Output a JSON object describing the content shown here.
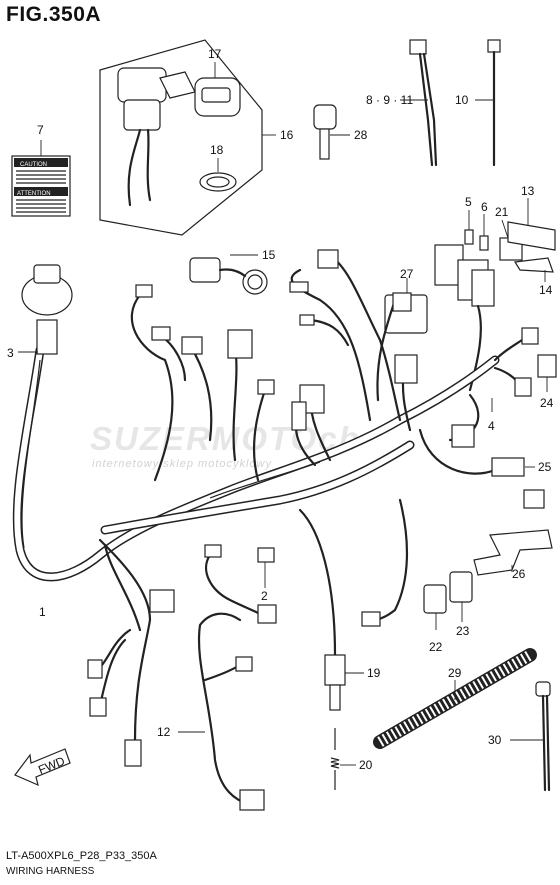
{
  "figure": {
    "title": "FIG.350A",
    "code": "LT-A500XPL6_P28_P33_350A",
    "subtitle": "WIRING HARNESS"
  },
  "watermark": {
    "brand": "SUZERMOTOcb",
    "tagline": "internetowy sklep motocyklowy"
  },
  "decals": {
    "caution": "CAUTION",
    "attention": "ATTENTION"
  },
  "direction_badge": "FWD",
  "callouts": [
    {
      "id": "1",
      "text": "1"
    },
    {
      "id": "2",
      "text": "2"
    },
    {
      "id": "3",
      "text": "3"
    },
    {
      "id": "4",
      "text": "4"
    },
    {
      "id": "5",
      "text": "5"
    },
    {
      "id": "6",
      "text": "6"
    },
    {
      "id": "7",
      "text": "7"
    },
    {
      "id": "8-9-11",
      "text": "8 · 9 · 11"
    },
    {
      "id": "10",
      "text": "10"
    },
    {
      "id": "12",
      "text": "12"
    },
    {
      "id": "13",
      "text": "13"
    },
    {
      "id": "14",
      "text": "14"
    },
    {
      "id": "15",
      "text": "15"
    },
    {
      "id": "16",
      "text": "16"
    },
    {
      "id": "17",
      "text": "17"
    },
    {
      "id": "18",
      "text": "18"
    },
    {
      "id": "19",
      "text": "19"
    },
    {
      "id": "20",
      "text": "20"
    },
    {
      "id": "21",
      "text": "21"
    },
    {
      "id": "22",
      "text": "22"
    },
    {
      "id": "23",
      "text": "23"
    },
    {
      "id": "24",
      "text": "24"
    },
    {
      "id": "25",
      "text": "25"
    },
    {
      "id": "26",
      "text": "26"
    },
    {
      "id": "27",
      "text": "27"
    },
    {
      "id": "28",
      "text": "28"
    },
    {
      "id": "29",
      "text": "29"
    },
    {
      "id": "30",
      "text": "30"
    }
  ]
}
